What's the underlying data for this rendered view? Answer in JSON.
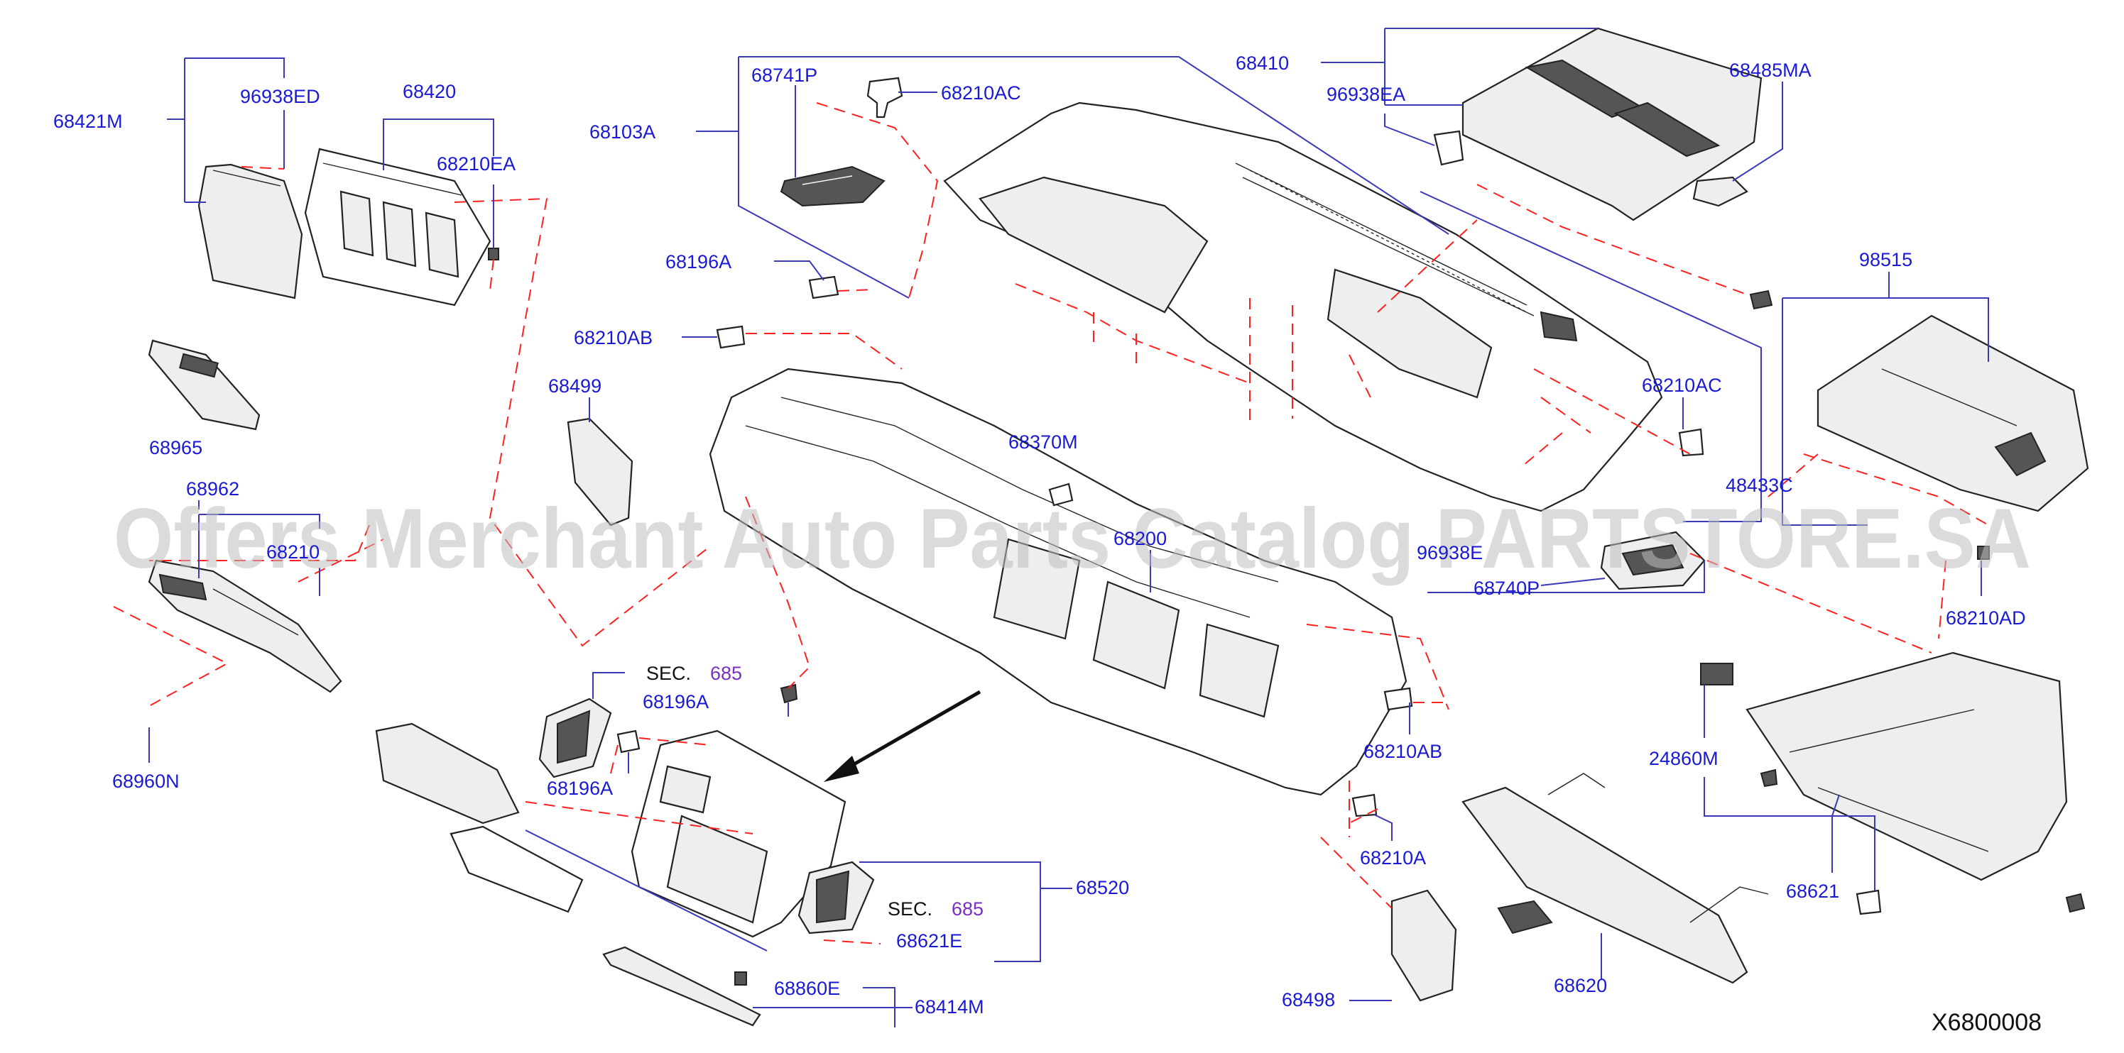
{
  "watermark": "Offers Merchant Auto Parts Catalog PARTSTORE.SA",
  "reference_code": "X6800008",
  "sec_prefix": "SEC.",
  "sec_number": "685",
  "labels": {
    "p68421M": "68421M",
    "p96938ED": "96938ED",
    "p68420": "68420",
    "p68210EA": "68210EA",
    "p68965": "68965",
    "p68962": "68962",
    "p68210_partial": "68210",
    "p68960N": "68960N",
    "p68741P": "68741P",
    "p68210AC_top": "68210AC",
    "p68103A": "68103A",
    "p68196A_top": "68196A",
    "p68210AB_left": "68210AB",
    "p68499": "68499",
    "p68370M": "68370M",
    "p68200": "68200",
    "p68410": "68410",
    "p96938EA": "96938EA",
    "p68485MA": "68485MA",
    "p98515": "98515",
    "p68210AC_right": "68210AC",
    "p48433C": "48433C",
    "p96938E": "96938E",
    "p68740P": "68740P",
    "p68210AD": "68210AD",
    "p68196A_mid": "68196A",
    "p68196A_low": "68196A",
    "p68210AB_right": "68210AB",
    "p68210A": "68210A",
    "p68520": "68520",
    "p68621E": "68621E",
    "p68860E": "68860E",
    "p68414M": "68414M",
    "p68498": "68498",
    "p68620": "68620",
    "p24860M": "24860M",
    "p68621": "68621"
  }
}
